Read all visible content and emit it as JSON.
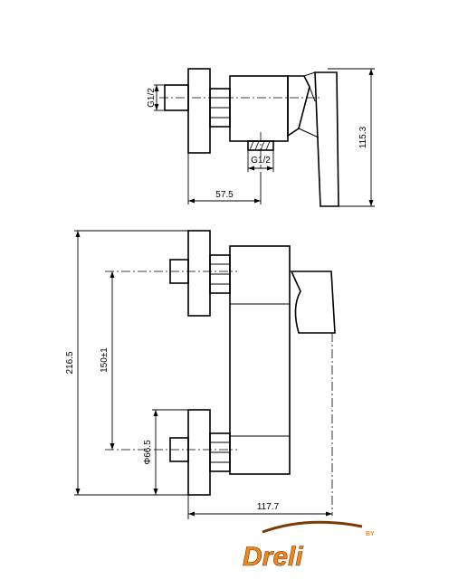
{
  "dimensions": {
    "thread_top": "G1/2",
    "thread_bottom": "G1/2",
    "top_width": "57.5",
    "top_height": "115.3",
    "total_height": "216.5",
    "spacing": "150±1",
    "flange_diameter": "Φ66.5",
    "depth": "117.7"
  },
  "logo": {
    "brand": "Dreli",
    "by": "BY",
    "primary_color": "#f0861e",
    "outline_color": "#7a3a00"
  }
}
